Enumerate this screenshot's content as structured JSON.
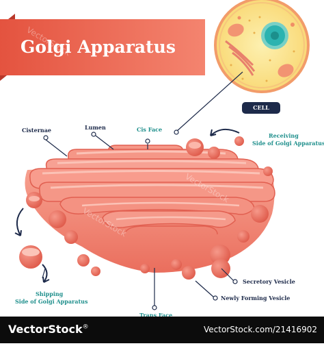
{
  "title": "Golgi Apparatus",
  "cell_badge": "CELL",
  "labels": {
    "cisternae": "Cisternae",
    "lumen": "Lumen",
    "cis_face": "Cis Face",
    "receiving_1": "Receiving",
    "receiving_2": "Side of Golgi Apparatus",
    "shipping_1": "Shipping",
    "shipping_2": "Side of Golgi Apparatus",
    "secretory_vesicle": "Secretory Vesicle",
    "newly_forming_vesicle": "Newly Forming Vesicle",
    "trans_face": "Trans Face"
  },
  "footer": {
    "brand_prefix": "VectorStock",
    "brand_suffix": "®",
    "url": "VectorStock.com/21416902"
  },
  "colors": {
    "banner": "#e8614c",
    "golgi_fill": "#f3897a",
    "golgi_dark": "#e15f50",
    "golgi_light": "#fbb7aa",
    "cell_fill": "#fbe38a",
    "nucleus": "#2bb3b0",
    "label_dark": "#1d2a4a",
    "label_teal": "#1f8f8c"
  }
}
